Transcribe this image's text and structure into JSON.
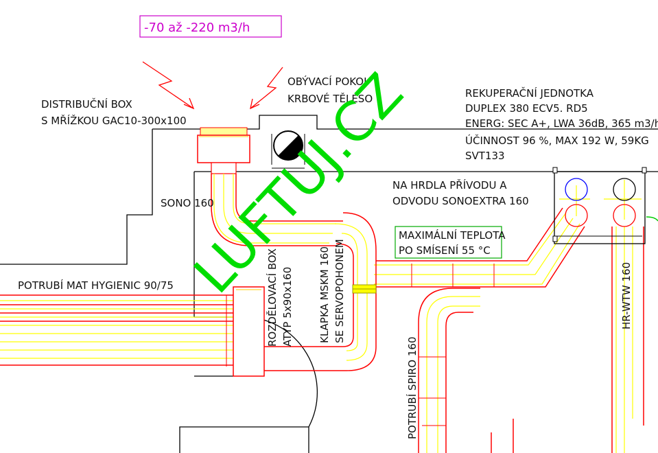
{
  "flow_range": "-70 až -220 m3/h",
  "distribution_box": [
    "DISTRIBUČNÍ BOX",
    "S MŘÍŽKOU GAC10-300x100"
  ],
  "living_room": [
    "OBÝVACÍ POKOJ-",
    "KRBOVÉ TĚLESO"
  ],
  "recovery_unit": [
    "REKUPERAČNÍ JEDNOTKA",
    "DUPLEX 380 ECV5. RD5",
    "ENERG: SEC A+, LWA 36dB, 365 m3/h",
    "ÚČINNOST 96 %, MAX 192 W, 59KG",
    "SVT133"
  ],
  "sono": "SONO 160",
  "connection": [
    "NA HRDLA PŘÍVODU A",
    "ODVODU SONOEXTRA 160"
  ],
  "max_temp": [
    "MAXIMÁLNÍ TEPLOTA",
    "PO SMÍSENÍ 55 °C"
  ],
  "hygienic_pipe": "POTRUBÍ MAT HYGIENIC 90/75",
  "manifold_box": [
    "ROZDĚLOVACÍ BOX",
    "ATYP 5x90x160"
  ],
  "damper": [
    "KLAPKA MSKM 160",
    "SE SERVOPOHONEM"
  ],
  "spiro_pipe": "POTRUBÍ SPIRO 160",
  "hr_wtw": "HR-WTW 160",
  "watermark": "LUFTUJ.CZ",
  "colors": {
    "duct": "#ff0000",
    "duct_fill": "#ffff00",
    "wall": "#000000",
    "watermark": "#00dd00",
    "annotation": "#cc00cc",
    "note_box": "#00aa00"
  }
}
